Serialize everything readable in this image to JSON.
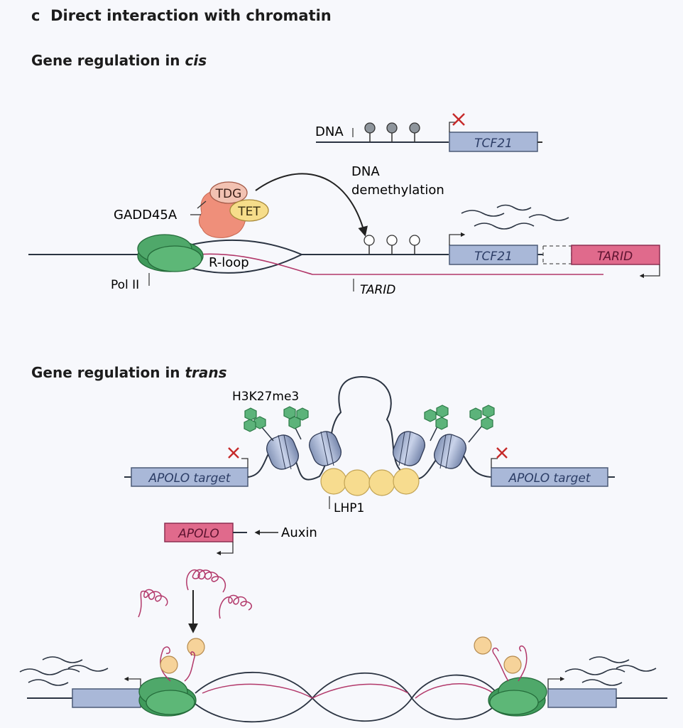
{
  "panel": {
    "letter": "c",
    "title": "Direct interaction with chromatin"
  },
  "cis": {
    "heading_prefix": "Gene regulation in ",
    "heading_emph": "cis",
    "labels": {
      "dna": "DNA",
      "tcf21_top": "TCF21",
      "tdg": "TDG",
      "tet": "TET",
      "gadd45a": "GADD45A",
      "dna_demethylation_1": "DNA",
      "dna_demethylation_2": "demethylation",
      "r_loop": "R-loop",
      "pol2": "Pol II",
      "tcf21_bottom": "TCF21",
      "tarid_box": "TARID",
      "tarid_transcript": "TARID"
    }
  },
  "trans": {
    "heading_prefix": "Gene regulation in ",
    "heading_emph": "trans",
    "labels": {
      "h3k27me3": "H3K27me3",
      "apolo_target_left": "APOLO target",
      "apolo_target_right": "APOLO target",
      "lhp1": "LHP1",
      "apolo": "APOLO",
      "auxin": "Auxin"
    }
  },
  "colors": {
    "gene_box": "#a9b8d8",
    "lncrna_box": "#e06a8c",
    "pol2": "#4fa86a",
    "tdg": "#f2a58e",
    "gadd45a": "#ef8f7a",
    "tet": "#f6dd8a",
    "lhp1": "#f7dc8f",
    "h3k27me3": "#5cb37a",
    "rna_strand": "#b2386a",
    "inhibit_mark": "#c62a2a"
  }
}
